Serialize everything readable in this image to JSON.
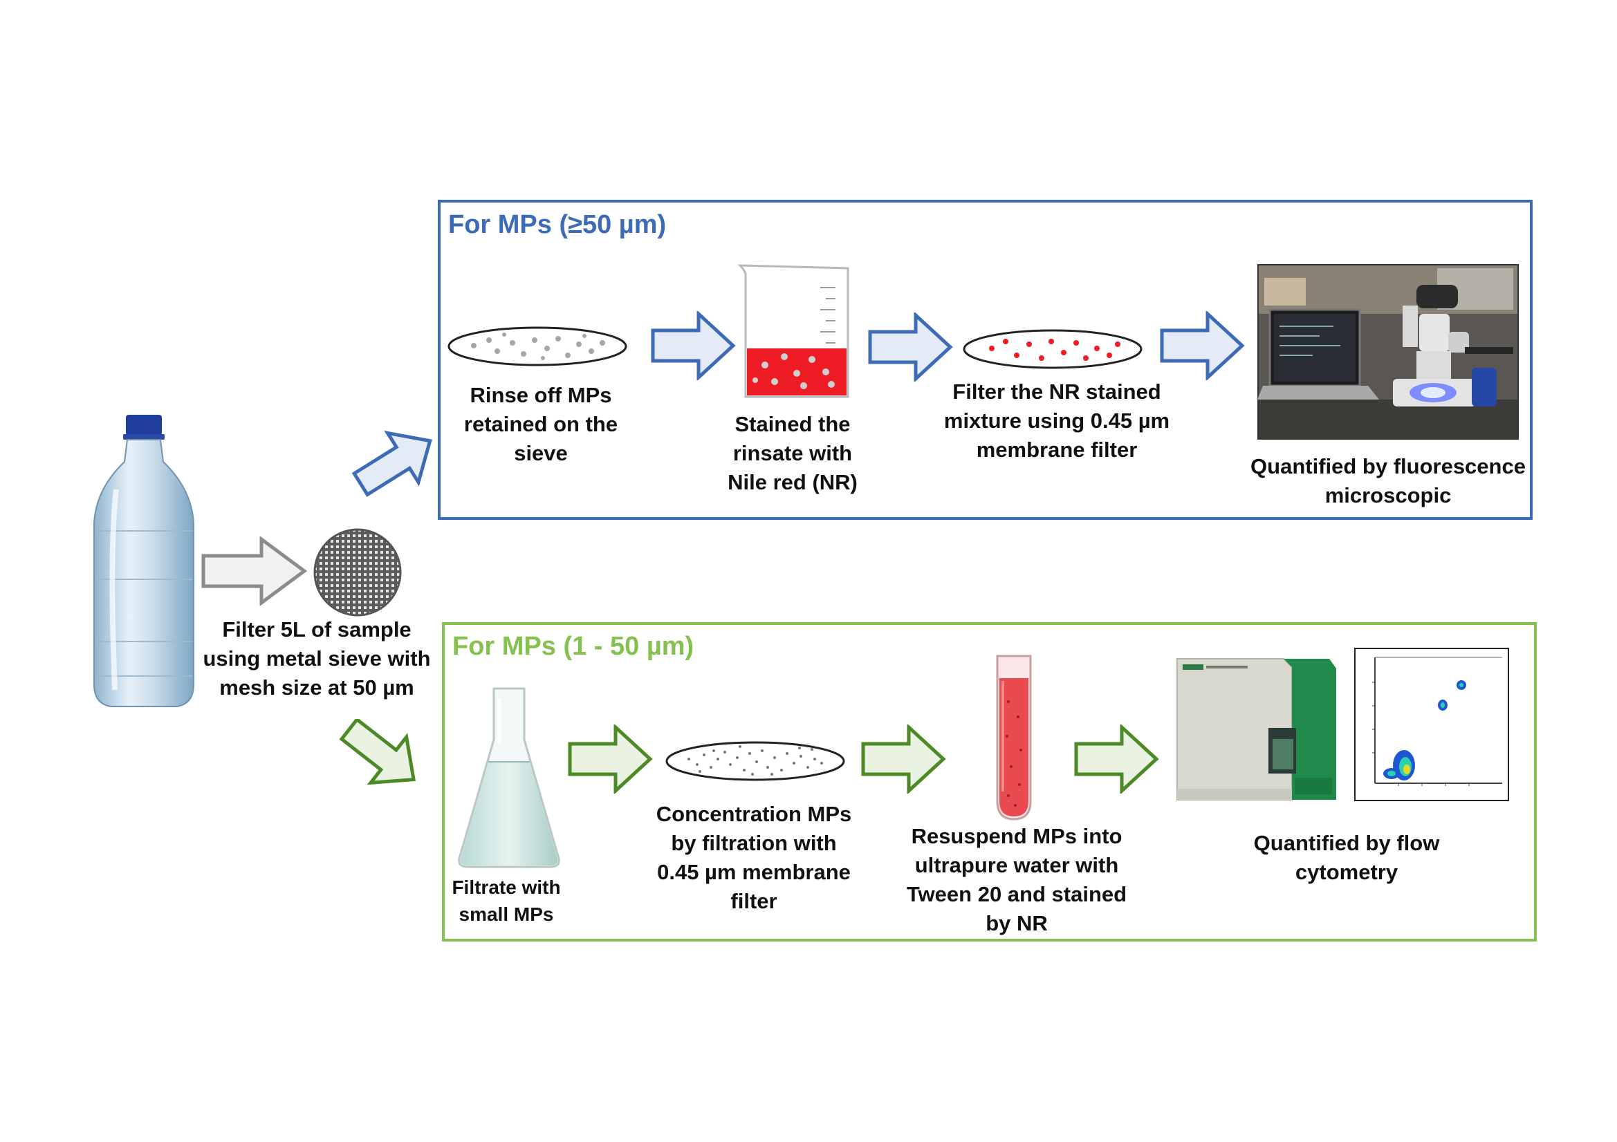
{
  "source": {
    "step_label": "Filter 5L of sample using metal sieve with mesh size at 50 µm"
  },
  "large_branch": {
    "title": "For MPs (≥50 µm)",
    "steps": [
      "Rinse off MPs retained on the sieve",
      "Stained the rinsate with Nile red (NR)",
      "Filter the NR stained mixture using 0.45 µm membrane filter",
      "Quantified by fluorescence microscopic"
    ]
  },
  "small_branch": {
    "title": "For MPs (1 - 50 µm)",
    "steps": [
      "Filtrate with small MPs",
      "Concentration MPs by filtration with 0.45 µm membrane filter",
      "Resuspend MPs into ultrapure water with Tween 20 and stained by NR",
      "Quantified by flow cytometry"
    ]
  },
  "colors": {
    "blue_accent": "#3d6bb5",
    "green_accent": "#86c04f",
    "stain_red": "#ee1c24",
    "arrow_grey": "#8c8c8c"
  }
}
